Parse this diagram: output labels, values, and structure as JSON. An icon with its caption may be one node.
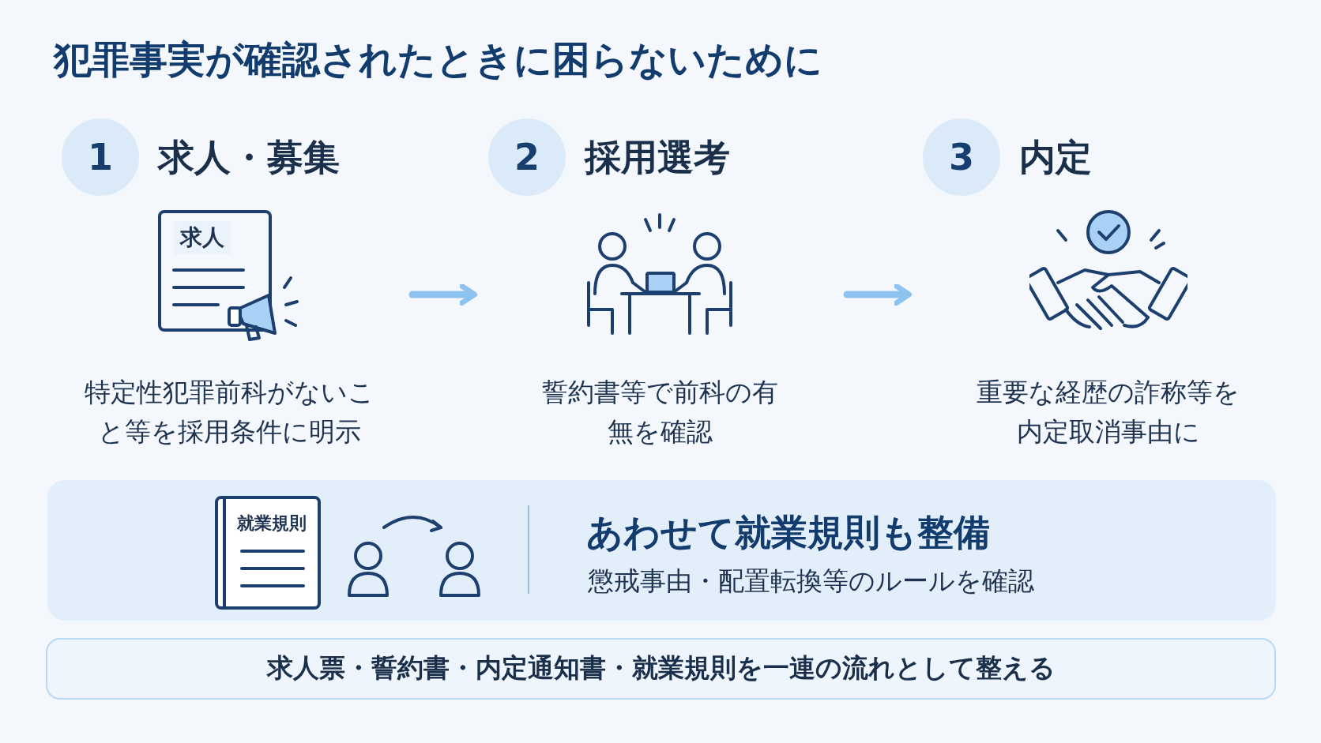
{
  "diagram": {
    "title": "犯罪事実が確認されたときに困らないために",
    "nodes": [
      {
        "text": [
          "1",
          "求人・募集",
          "特定性犯罪前科がないこと等を採用条件に明示"
        ]
      },
      {
        "text": [
          "2",
          "採用選考",
          "誓約書等で前科の有無を確認"
        ]
      },
      {
        "text": [
          "3",
          "内定",
          "重要な経歴の詐称等を内定取消事由に"
        ]
      },
      {
        "text": [
          "あわせて就業規則も整備",
          "懲戒事由・配置転換等のルールを確認"
        ]
      },
      {
        "text": [
          "求人票・誓約書・内定通知書・就業規則を一連の流れとして整える"
        ]
      }
    ],
    "edges": [
      {
        "from": 0,
        "to": 1,
        "arrow": "to"
      },
      {
        "from": 1,
        "to": 2,
        "arrow": "to"
      }
    ],
    "labels": [
      "求人",
      "就業規則"
    ]
  }
}
